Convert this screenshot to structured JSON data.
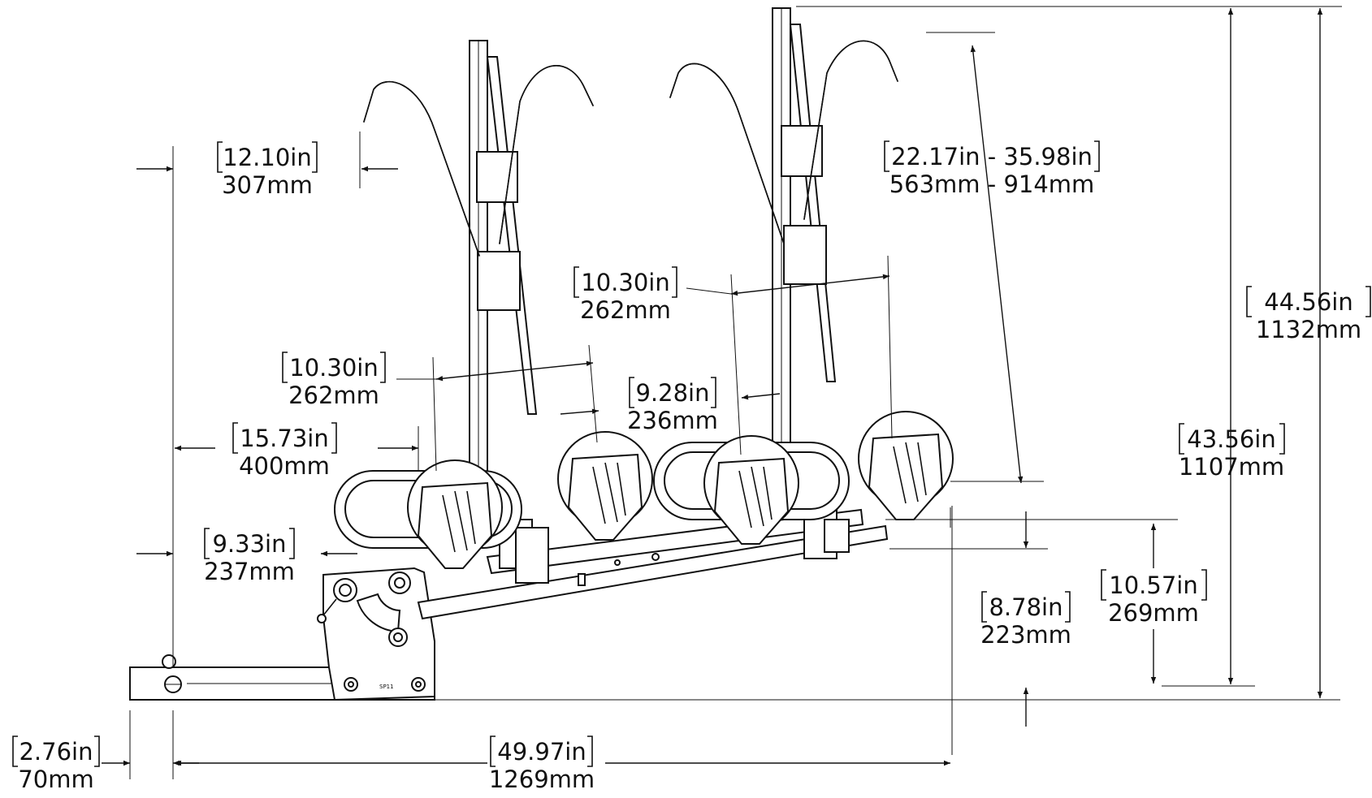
{
  "dimensions": [
    {
      "id": "hook-offset",
      "inch": "12.10in",
      "mm": "307mm"
    },
    {
      "id": "mast-height",
      "inch": "22.17in - 35.98in",
      "mm": "563mm - 914mm"
    },
    {
      "id": "cradle-spacing-right",
      "inch": "10.30in",
      "mm": "262mm"
    },
    {
      "id": "overall-height",
      "inch": "44.56in",
      "mm": "1132mm"
    },
    {
      "id": "cradle-spacing-left",
      "inch": "10.30in",
      "mm": "262mm"
    },
    {
      "id": "cradle-gap",
      "inch": "9.28in",
      "mm": "236mm"
    },
    {
      "id": "first-cradle",
      "inch": "15.73in",
      "mm": "400mm"
    },
    {
      "id": "top-cradle-height",
      "inch": "43.56in",
      "mm": "1107mm"
    },
    {
      "id": "pivot-offset",
      "inch": "9.33in",
      "mm": "237mm"
    },
    {
      "id": "tray-rise",
      "inch": "8.78in",
      "mm": "223mm"
    },
    {
      "id": "tray-height",
      "inch": "10.57in",
      "mm": "269mm"
    },
    {
      "id": "pin-offset",
      "inch": "2.76in",
      "mm": "70mm"
    },
    {
      "id": "overall-length",
      "inch": "49.97in",
      "mm": "1269mm"
    }
  ],
  "stamp": "SP11"
}
